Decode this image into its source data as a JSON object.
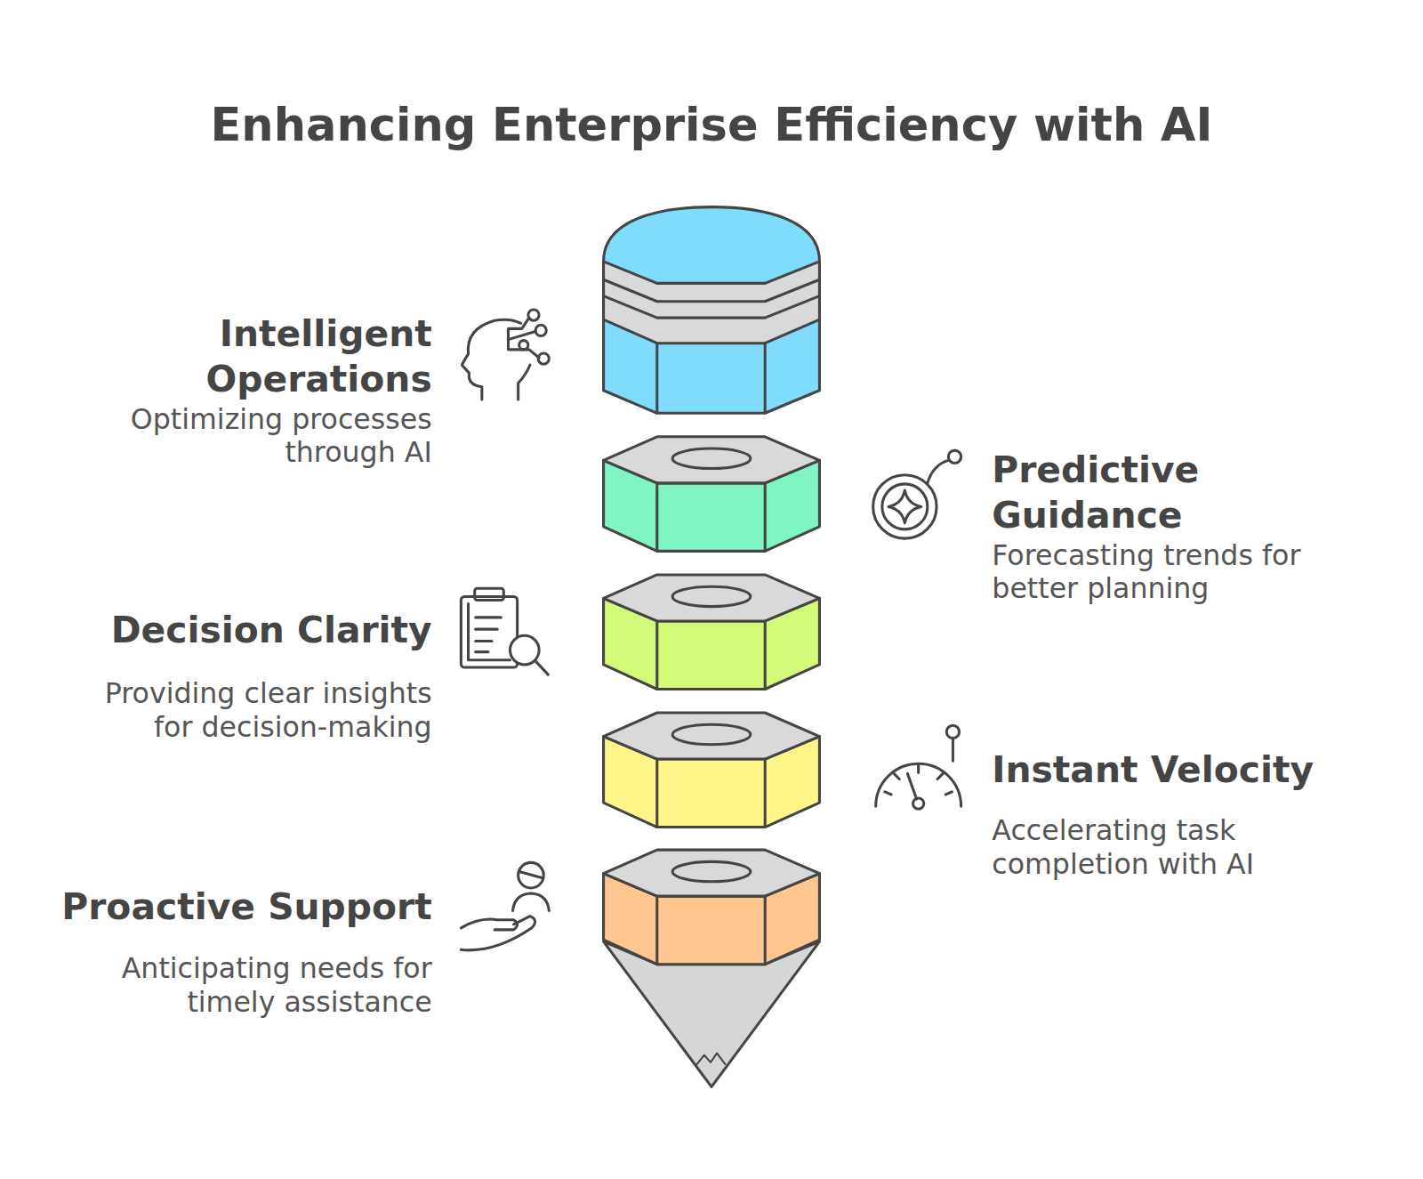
{
  "diagram": {
    "title": "Enhancing Enterprise Efficiency with AI",
    "nodes": [
      {
        "text": [
          "Intelligent Operations",
          "Optimizing processes through AI"
        ]
      },
      {
        "text": [
          "Predictive Guidance",
          "Forecasting trends for better planning"
        ]
      },
      {
        "text": [
          "Decision Clarity",
          "Providing clear insights for decision-making"
        ]
      },
      {
        "text": [
          "Instant Velocity",
          "Accelerating task completion with AI"
        ]
      },
      {
        "text": [
          "Proactive Support",
          "Anticipating needs for timely assistance"
        ]
      }
    ]
  }
}
